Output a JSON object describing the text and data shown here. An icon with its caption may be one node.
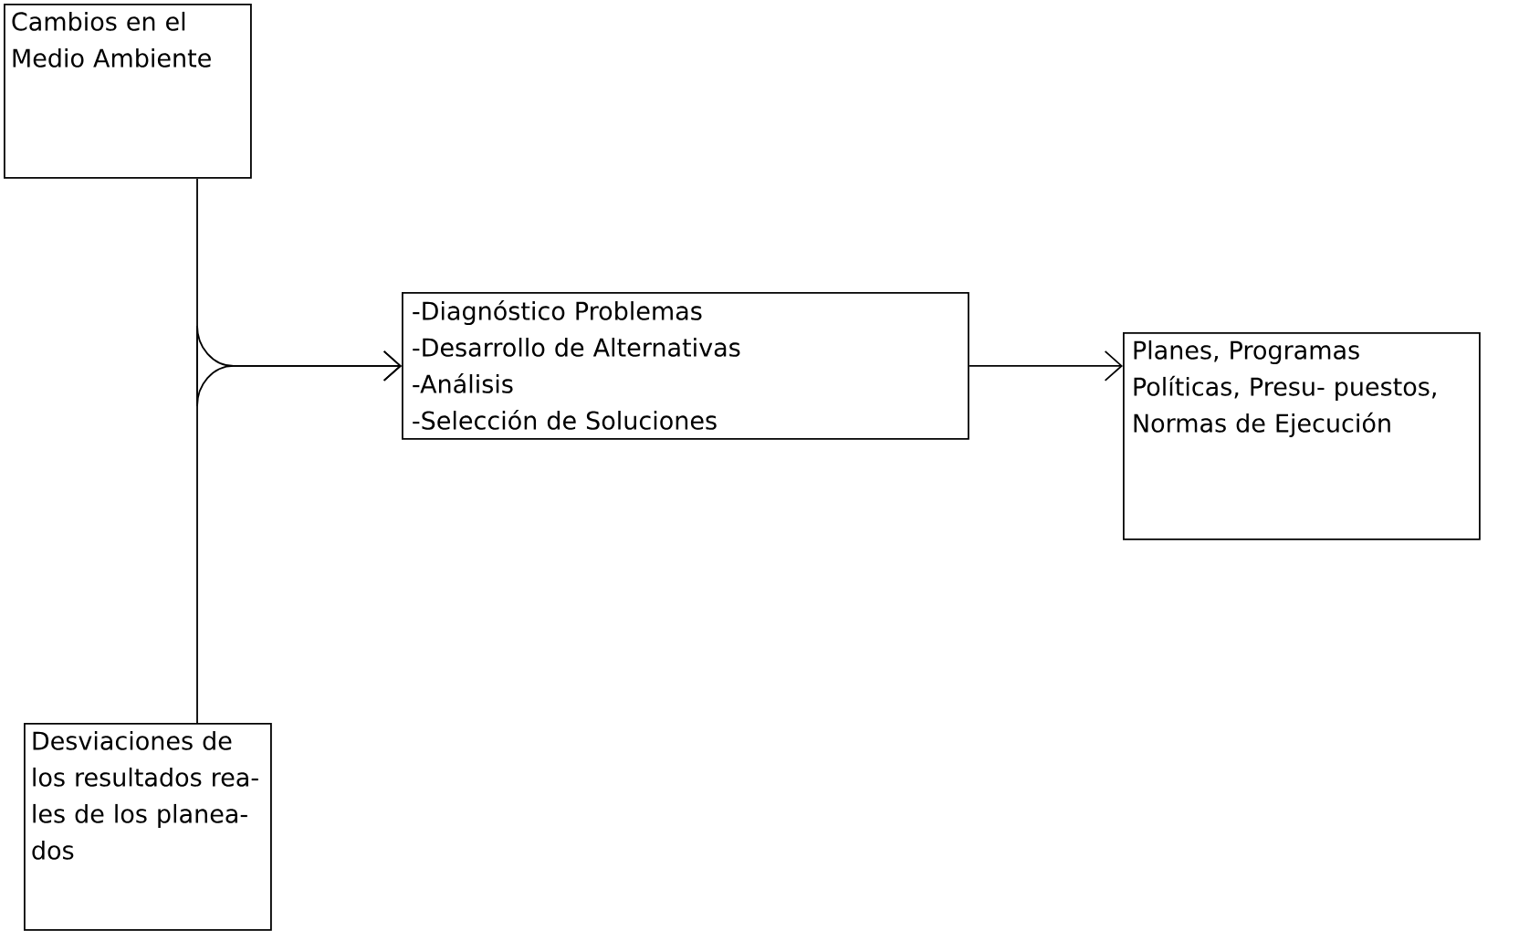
{
  "diagram": {
    "nodes": [
      {
        "text": [
          "Cambios en el Medio Ambiente"
        ]
      },
      {
        "text": [
          "-Diagnóstico Problemas",
          "-Desarrollo de Alternativas",
          "-Análisis",
          "-Selección de Soluciones"
        ]
      },
      {
        "text": [
          "Planes, Programas Políticas, Presu- puestos, Normas de Ejecución"
        ]
      },
      {
        "text": [
          "Desviaciones de los resultados rea- les de los planea- dos"
        ]
      }
    ],
    "edges": [
      {
        "from": 0,
        "to": 1,
        "arrow": "to"
      },
      {
        "from": 3,
        "to": 1,
        "arrow": "to"
      },
      {
        "from": 1,
        "to": 2,
        "arrow": "to"
      }
    ]
  }
}
